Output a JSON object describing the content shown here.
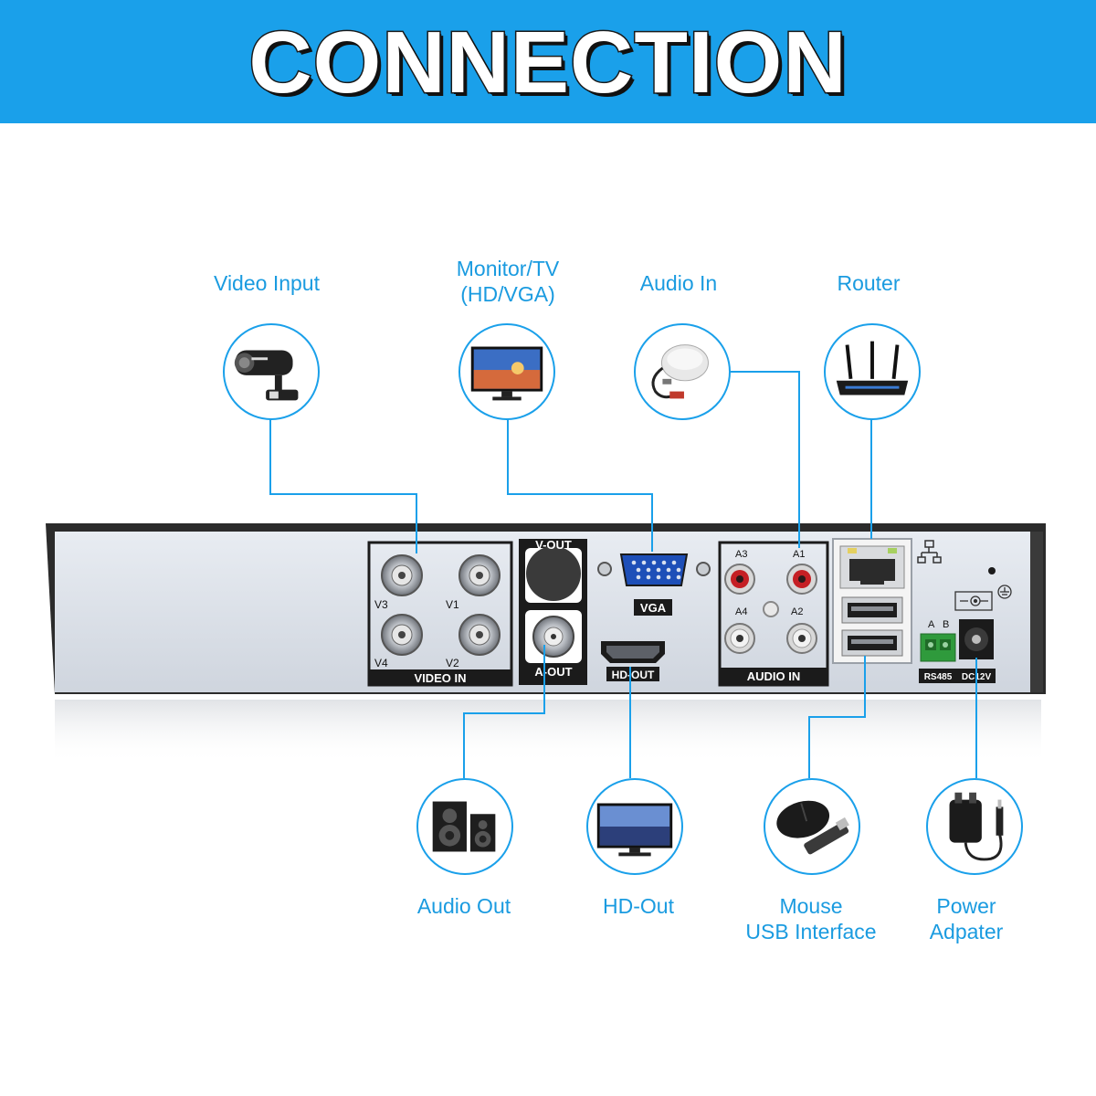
{
  "title": "CONNECTION",
  "top_labels": {
    "video_input": "Video Input",
    "monitor_line1": "Monitor/TV",
    "monitor_line2": "(HD/VGA)",
    "audio_in": "Audio In",
    "router": "Router"
  },
  "bottom_labels": {
    "audio_out": "Audio Out",
    "hd_out": "HD-Out",
    "mouse_line1": "Mouse",
    "mouse_line2": "USB Interface",
    "power_line1": "Power",
    "power_line2": "Adpater"
  },
  "panel": {
    "video_in": "VIDEO IN",
    "v1": "V1",
    "v2": "V2",
    "v3": "V3",
    "v4": "V4",
    "v_out": "V-OUT",
    "a_out": "A-OUT",
    "vga": "VGA",
    "hd_out": "HD-OUT",
    "audio_in": "AUDIO IN",
    "a1": "A1",
    "a2": "A2",
    "a3": "A3",
    "a4": "A4",
    "rs485": "RS485",
    "rs_a": "A",
    "rs_b": "B",
    "dc12v": "DC12V"
  },
  "colors": {
    "accent": "#1aa0ea",
    "panel": "#dfe4ec",
    "chassis": "#2b2b2b"
  },
  "icons": [
    "cctv-camera-icon",
    "monitor-icon",
    "microphone-icon",
    "router-icon",
    "speakers-icon",
    "tv-icon",
    "mouse-usb-icon",
    "power-adapter-icon",
    "network-icon",
    "ground-icon",
    "dc-polarity-icon"
  ]
}
